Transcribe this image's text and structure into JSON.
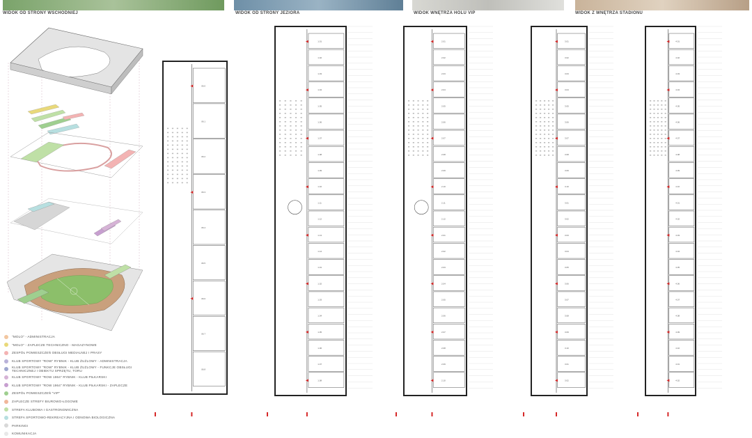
{
  "views": [
    {
      "caption": "WIDOK OD STRONY WSCHODNIEJ"
    },
    {
      "caption": "WIDOK OD STRONY JEZIORA"
    },
    {
      "caption": "WIDOK WNĘTRZA HOLU VIP"
    },
    {
      "caption": "WIDOK Z WNĘTRZA STADIONU"
    }
  ],
  "legend": [
    {
      "label": "\"MOLO\" - ADMINISTRACJA",
      "color": "#f2c6a0"
    },
    {
      "label": "\"MOLO\" - ZAPLECZE TECHNICZNO - MAGAZYNOWE",
      "color": "#e9d97a"
    },
    {
      "label": "ZESPÓŁ POMIESZCZEŃ OBSŁUGI MEDIALNEJ I PRASY",
      "color": "#f3b3b3"
    },
    {
      "label": "KLUB SPORTOWY \"ROW\" RYBNIK - KLUB ŻUŻLOWY - ADMINISTRACJA",
      "color": "#b9b2d9"
    },
    {
      "label": "KLUB SPORTOWY \"ROW\" RYBNIK - KLUB ŻUŻLOWY - FUNKCJE OBSŁUGI TECHNICZNEJ I OBIEKTU SPRZĘTU, TORU",
      "color": "#9fa7cf"
    },
    {
      "label": "KLUB SPORTOWY \"ROW 1964\" RYBNIK - KLUB PIŁKARSKI",
      "color": "#d6b3d6"
    },
    {
      "label": "KLUB SPORTOWY \"ROW 1964\" RYBNIK - KLUB PIŁKARSKI - ZAPLECZE",
      "color": "#c79fd0"
    },
    {
      "label": "ZESPÓŁ POMIESZCZEŃ \"VIP\"",
      "color": "#9fcf8f"
    },
    {
      "label": "ZAPLECZE STREFY BIUROWO-ŁOGOWE",
      "color": "#f0b79a"
    },
    {
      "label": "STREFA KLUBOWA I GASTRONOMICZNA",
      "color": "#bfe0a6"
    },
    {
      "label": "STREFA SPORTOWO-REKREACYJNA I ODNOWA BIOLOGICZNA",
      "color": "#b7dfe0"
    },
    {
      "label": "PARKINGI",
      "color": "#d9d9d9"
    },
    {
      "label": "KOMUNIKACJA",
      "color": "#e8e8e8"
    }
  ],
  "plans": {
    "levels": [
      [
        "06.0",
        "06.1",
        "06.2",
        "06.3",
        "06.4",
        "06.5",
        "06.6",
        "06.7",
        "06.8"
      ],
      [
        "1.01",
        "1.02",
        "1.03",
        "1.04",
        "1.05",
        "1.06",
        "1.07",
        "1.08",
        "1.09",
        "1.10",
        "1.11",
        "1.12",
        "1.13",
        "1.14"
      ],
      [
        "2.01",
        "2.02",
        "2.03",
        "2.04",
        "2.05",
        "2.06",
        "2.07",
        "2.08",
        "2.09",
        "2.10",
        "2.11",
        "2.12"
      ],
      [
        "3.01",
        "3.02",
        "3.03",
        "3.04",
        "3.05",
        "3.06",
        "3.07",
        "3.08",
        "3.09",
        "3.10"
      ],
      [
        "4.01",
        "4.02",
        "4.03",
        "4.04",
        "4.05",
        "4.06",
        "4.07",
        "4.08",
        "4.09",
        "4.10"
      ]
    ]
  }
}
